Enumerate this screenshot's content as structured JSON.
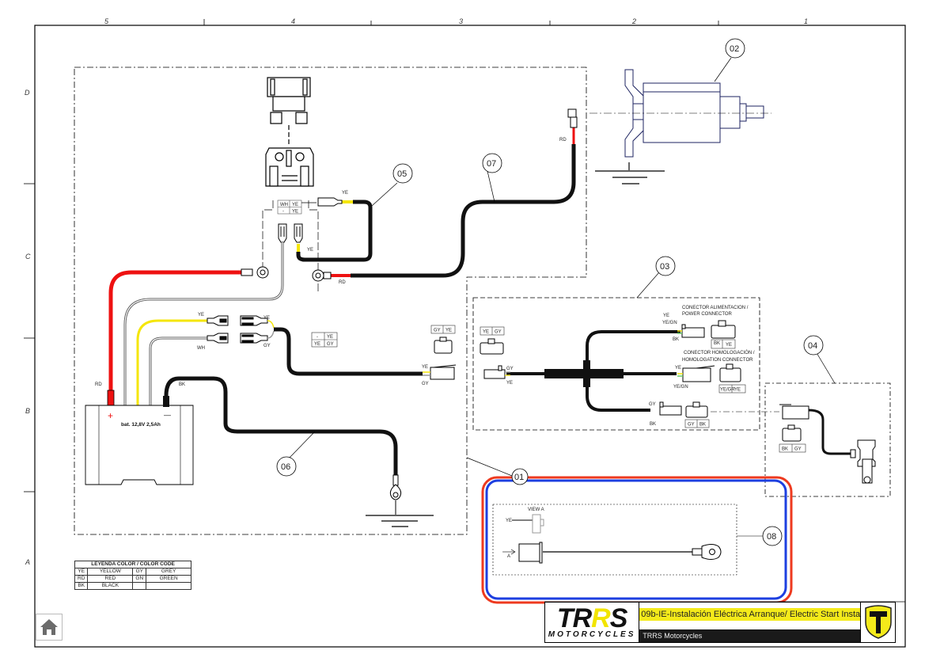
{
  "document": {
    "title": "09b-IE-Instalación Eléctrica Arranque/ Electric Start Insta",
    "company": "TRRS Motorcycles",
    "logo_text_main": "TR",
    "logo_text_accent": "R",
    "logo_text_end": "S",
    "logo_subtext": "MOTORCYCLES"
  },
  "grid": {
    "columns": [
      "5",
      "4",
      "3",
      "2",
      "1"
    ],
    "rows": [
      "D",
      "C",
      "B",
      "A"
    ]
  },
  "balloons": [
    "01",
    "02",
    "03",
    "04",
    "05",
    "06",
    "07",
    "08"
  ],
  "wire_labels": {
    "rd": "RD",
    "ye": "YE",
    "wh": "WH",
    "gy": "GY",
    "bk": "BK",
    "ye_gn": "YE/GN",
    "dash": "-"
  },
  "battery": {
    "label": "bat. 12,8V 2,5Ah",
    "plus": "+",
    "minus": "—"
  },
  "relay_table": [
    [
      "WH",
      "YE"
    ],
    [
      "-",
      "YE"
    ]
  ],
  "mid_table": [
    [
      "-",
      "YE"
    ],
    [
      "YE",
      "GY"
    ]
  ],
  "connector_tags": {
    "gy_ye": [
      "GY",
      "YE"
    ],
    "ye_gy": [
      "YE",
      "GY"
    ],
    "power": [
      "BK\nYE/GR",
      "YE"
    ],
    "homolog": [
      "YE/GR",
      "YE"
    ],
    "gy_bk": [
      "GY",
      "BK"
    ],
    "bk_gy": [
      "BK",
      "GY"
    ]
  },
  "callouts": {
    "power_connector": [
      "CONECTOR ALIMENTACION /",
      "POWER CONNECTOR"
    ],
    "homolog_connector": [
      "CONECTOR HOMOLOGACIÓN /",
      "HOMOLOGATION CONNECTOR"
    ],
    "view_a": "VIEW A",
    "arrow_a": "A"
  },
  "legend": {
    "header": "LEYENDA COLOR / COLOR CODE",
    "rows": [
      [
        "YE",
        "YELLOW",
        "GY",
        "GREY"
      ],
      [
        "RD",
        "RED",
        "GN",
        "GREEN"
      ],
      [
        "BK",
        "BLACK",
        "",
        ""
      ]
    ]
  },
  "colors": {
    "red_wire": "#ee1111",
    "yellow_wire": "#f5e60a",
    "highlight_red": "#ee3a1f",
    "highlight_blue": "#1d3fe0",
    "title_yellow": "#f4ea1a"
  },
  "home_button": {
    "icon": "home-icon"
  }
}
